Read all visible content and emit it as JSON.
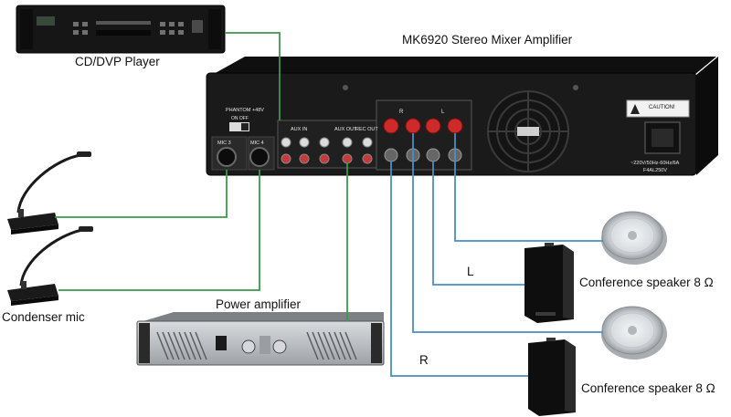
{
  "labels": {
    "cd_player": "CD/DVP Player",
    "mixer_amplifier": "MK6920 Stereo Mixer Amplifier",
    "power_amplifier": "Power amplifier",
    "condenser_mic": "Condenser mic",
    "speaker_top": "Conference speaker 8 Ω",
    "speaker_bottom": "Conference speaker 8 Ω",
    "channel_left": "L",
    "channel_right": "R"
  },
  "panel_text": {
    "phantom": "PHANTOM +48V",
    "phantom_switch": "ON  OFF",
    "mic3": "MIC 3",
    "mic4": "MIC 4",
    "aux_in": "AUX IN",
    "aux_out": "AUX OUT",
    "rec_out": "REC OUT",
    "speaker_r": "R",
    "speaker_l": "L",
    "caution": "CAUTION!",
    "power_rating": "~220V/50Hz-60Hz/6A",
    "fuse": "F4AL250V"
  },
  "colors": {
    "green_wire": "#3a9a4a",
    "blue_wire": "#4a8ec6",
    "device_dark": "#1c1c1c",
    "amp_silver": "#b9bcc0"
  }
}
